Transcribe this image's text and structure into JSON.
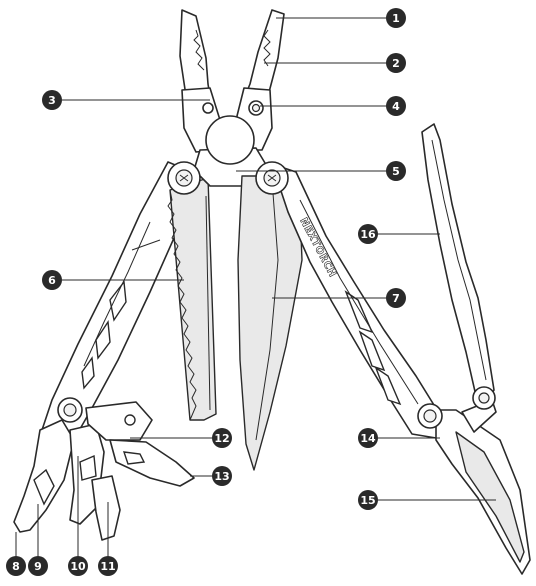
{
  "diagram": {
    "brand": "NEXTORCH",
    "callouts": [
      "1",
      "2",
      "3",
      "4",
      "5",
      "6",
      "7",
      "8",
      "9",
      "10",
      "11",
      "12",
      "13",
      "14",
      "15",
      "16"
    ],
    "colors": {
      "ink": "#2a2a2a",
      "marker_text": "#ffffff",
      "tool_fill": "#ffffff",
      "shade": "#e9e9e9"
    }
  }
}
